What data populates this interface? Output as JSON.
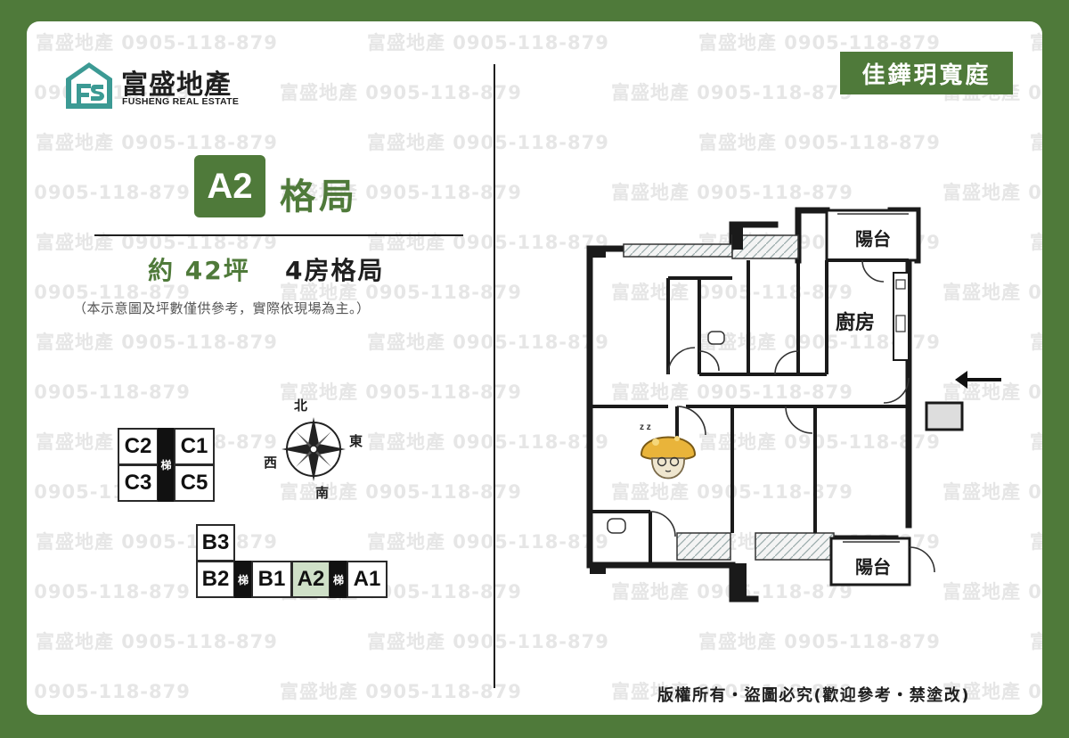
{
  "watermark": {
    "brand": "富盛地產",
    "phone": "0905-118-879"
  },
  "logo": {
    "name": "富盛地產",
    "english": "FUSHENG REAL ESTATE",
    "icon": "fs-house-logo-icon"
  },
  "project_name": "佳鏵玥寬庭",
  "unit": {
    "code": "A2",
    "layout_label": "格局"
  },
  "summary": {
    "size": "約 42坪",
    "rooms": "4房格局"
  },
  "disclaimer": "（本示意圖及坪數僅供參考，實際依現場為主。）",
  "compass": {
    "north": "北",
    "east": "東",
    "south": "南",
    "west": "西",
    "icon": "compass-rose-icon"
  },
  "building_c": {
    "c2": "C2",
    "c1": "C1",
    "c3": "C3",
    "c5": "C5",
    "stair": "梯"
  },
  "building_ab": {
    "b3": "B3",
    "b2": "B2",
    "b1": "B1",
    "a2": "A2",
    "a1": "A1",
    "stair": "梯",
    "highlight_color": "#cfe0c8"
  },
  "floorplan": {
    "balcony_top": "陽台",
    "kitchen": "廚房",
    "balcony_bottom": "陽台",
    "entrance_arrow_icon": "entrance-arrow-icon",
    "mascot_icon": "sleeping-mushroom-mascot-icon"
  },
  "copyright": "版權所有・盜圖必究(歡迎參考・禁塗改)",
  "colors": {
    "brand_green": "#4f7a3a",
    "background": "#ffffff",
    "watermark": "#e6e6e6"
  }
}
